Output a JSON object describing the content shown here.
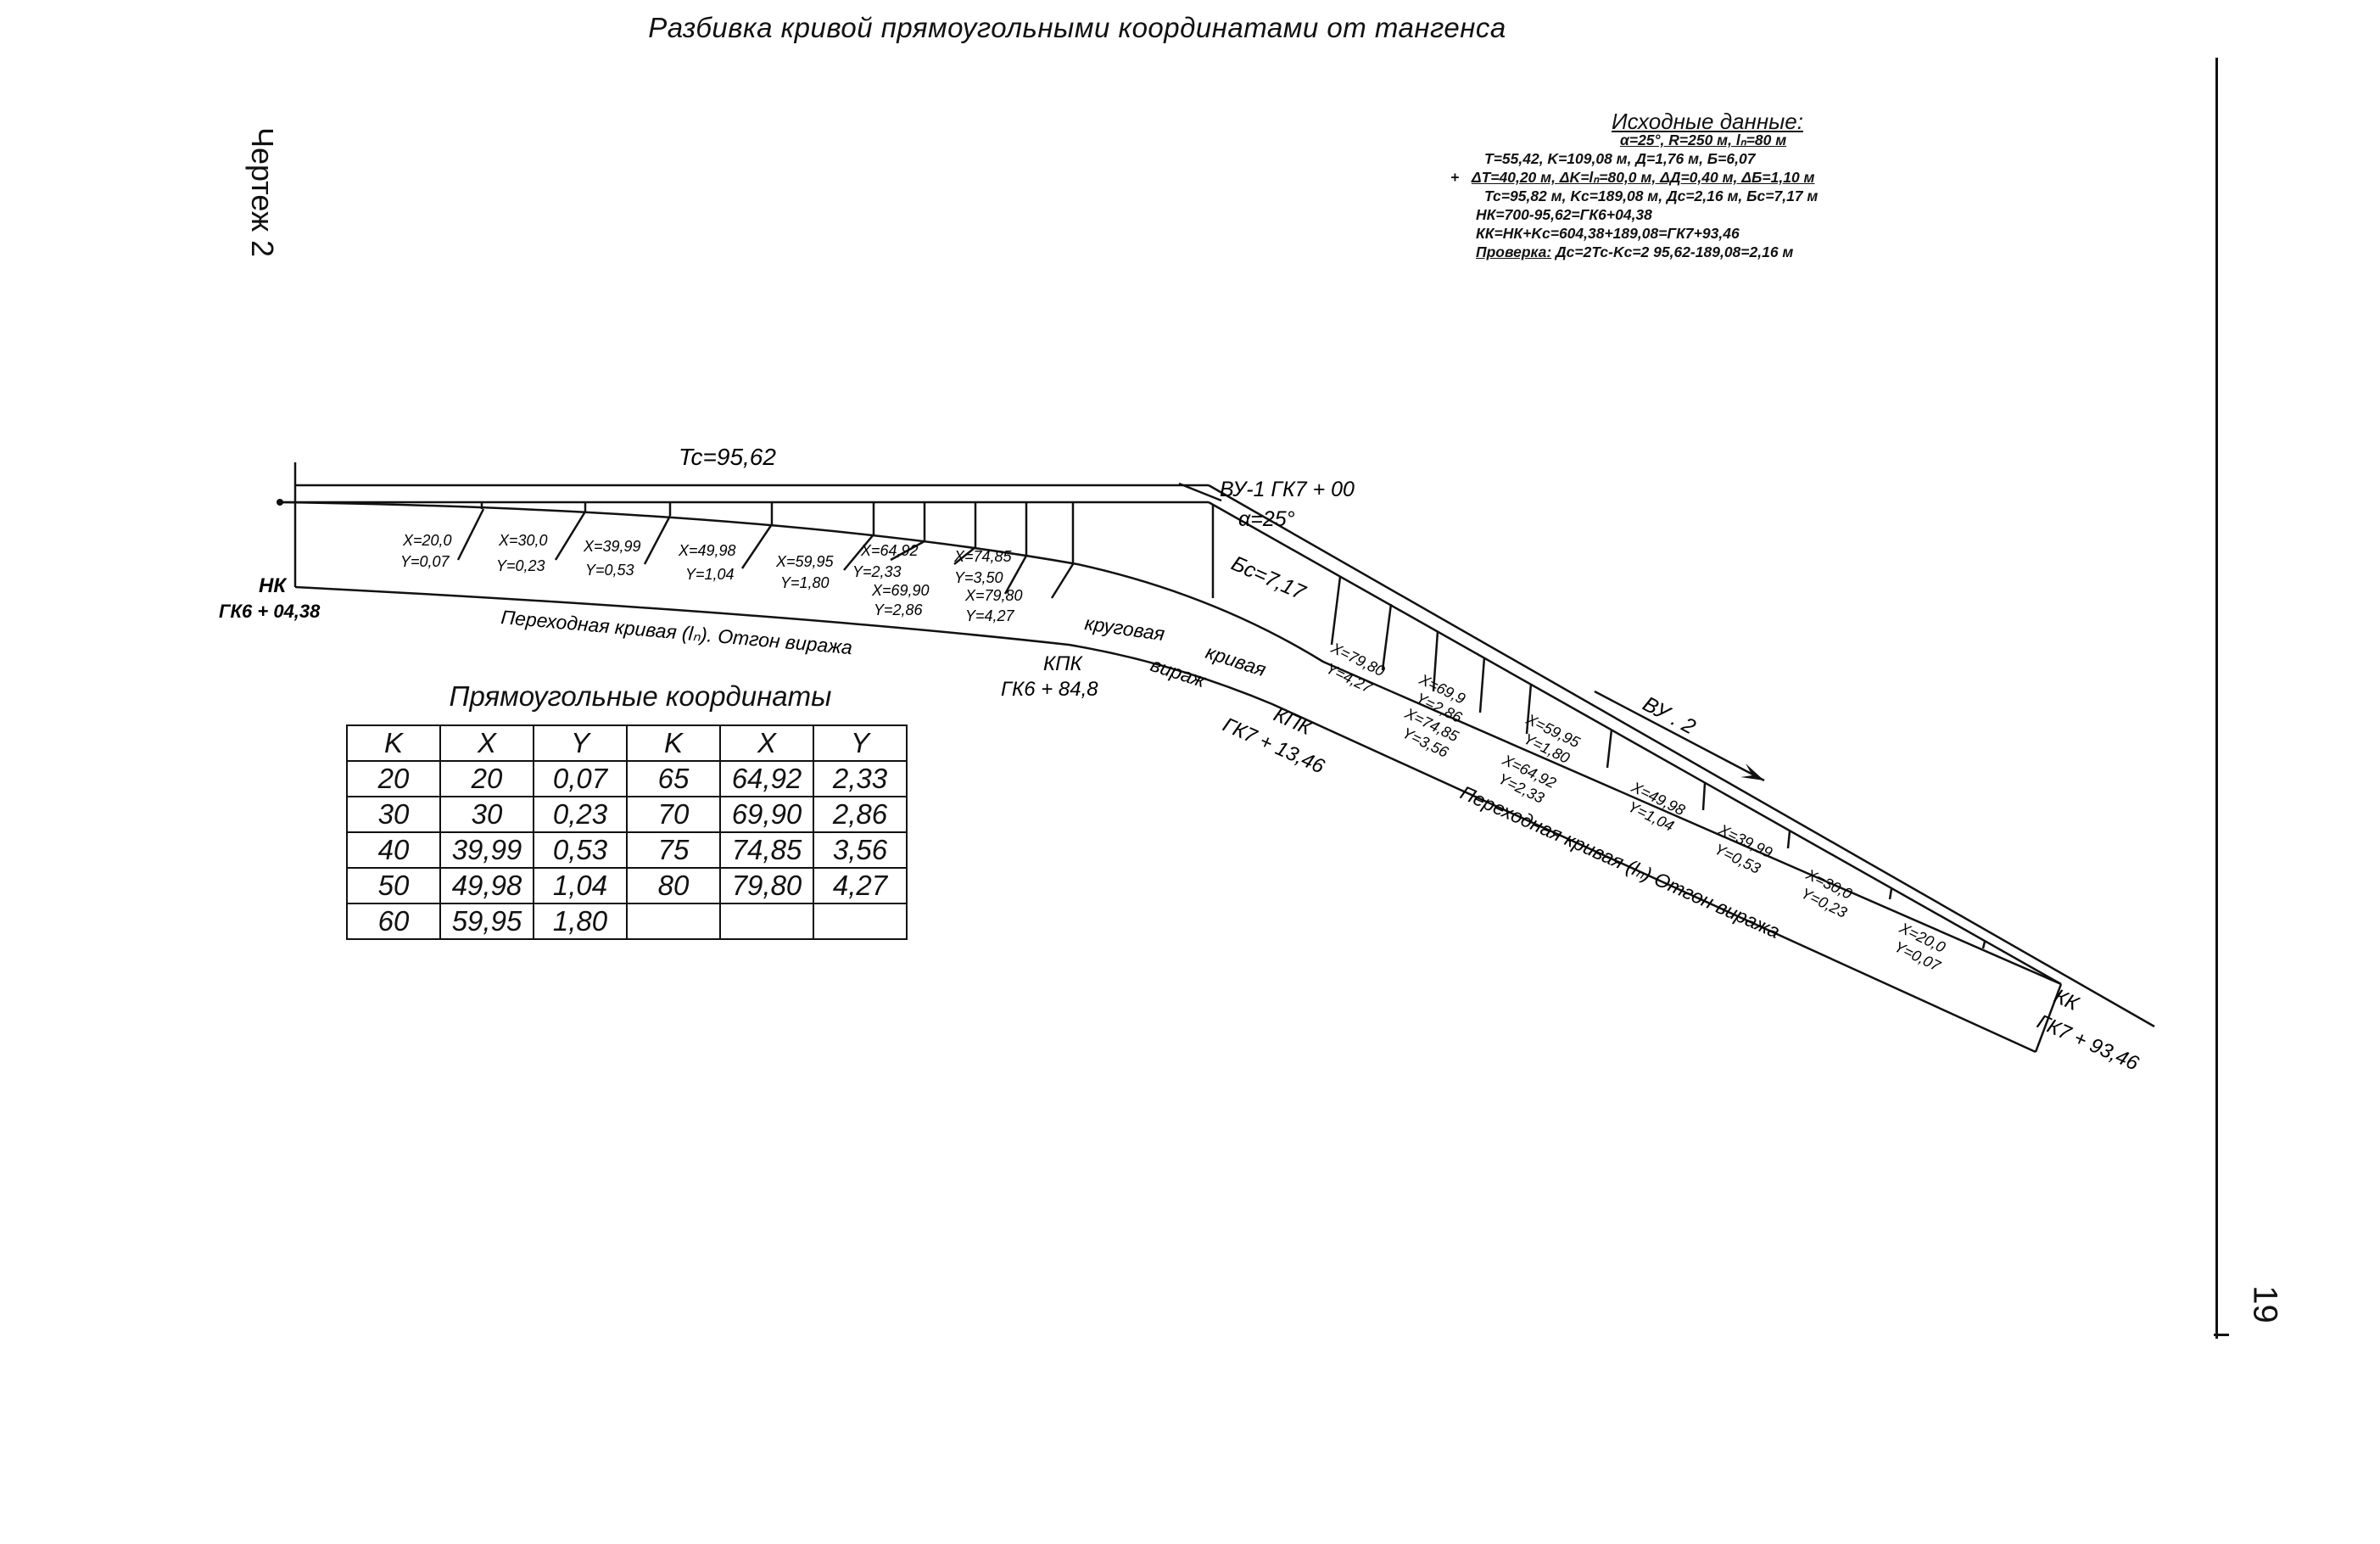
{
  "title": "Разбивка кривой прямоугольными координатами от тангенса",
  "sheet_label": "Чертеж 2",
  "page_number": "19",
  "source_data": {
    "heading": "Исходные данные:",
    "line1": "α=25°, R=250 м, lₙ=80 м",
    "line2": "T=55,42,          K=109,08 м, Д=1,76 м,     Б=6,07",
    "plus": "+",
    "line3": "ΔT=40,20 м, ΔK=lₙ=80,0 м, ΔД=0,40 м, ΔБ=1,10 м",
    "line4": "Tc=95,82 м,     Kc=189,08 м, Дc=2,16 м,  Бc=7,17 м",
    "line5": "НК=700-95,62=ГК6+04,38",
    "line6": "КК=НК+Kc=604,38+189,08=ГК7+93,46",
    "check_label": "Проверка:",
    "check_text": " Дc=2Tc-Kc=2 95,62-189,08=2,16 м"
  },
  "table": {
    "caption": "Прямоугольные координаты",
    "headers": [
      "K",
      "X",
      "Y",
      "K",
      "X",
      "Y"
    ],
    "rows": [
      [
        "20",
        "20",
        "0,07",
        "65",
        "64,92",
        "2,33"
      ],
      [
        "30",
        "30",
        "0,23",
        "70",
        "69,90",
        "2,86"
      ],
      [
        "40",
        "39,99",
        "0,53",
        "75",
        "74,85",
        "3,56"
      ],
      [
        "50",
        "49,98",
        "1,04",
        "80",
        "79,80",
        "4,27"
      ],
      [
        "60",
        "59,95",
        "1,80",
        "",
        "",
        ""
      ]
    ]
  },
  "drawing": {
    "tc_label": "Tc=95,62",
    "vu1_label": "ВУ-1 ГК7 + 00",
    "alpha_label": "α=25°",
    "bc_label": "Бc=7,17",
    "vu2_label": "ВУ . 2",
    "nk_label": "НК",
    "nk_station": "ГК6 + 04,38",
    "kpk1_label": "КПК",
    "kpk1_station": "ГК6 + 84,8",
    "kpk2_label": "КПК",
    "kpk2_station": "ГК7 + 13,46",
    "kk_label": "КК",
    "kk_station": "ГК7 + 93,46",
    "transition1": "Переходная кривая (lₙ).  Отгон виража",
    "transition2": "Переходная кривая (lₙ)   Отгон виража",
    "circ_curve_1": "круговая",
    "circ_curve_2": "кривая",
    "circ_curve_3": "вираж",
    "left_offsets": [
      {
        "x": "X=20,0",
        "y": "Y=0,07"
      },
      {
        "x": "X=30,0",
        "y": "Y=0,23"
      },
      {
        "x": "X=39,99",
        "y": "Y=0,53"
      },
      {
        "x": "X=49,98",
        "y": "Y=1,04"
      },
      {
        "x": "X=59,95",
        "y": "Y=1,80"
      },
      {
        "x": "X=64,92",
        "y": "Y=2,33"
      },
      {
        "x": "X=69,90",
        "y": "Y=2,86"
      },
      {
        "x": "X=74,85",
        "y": "Y=3,50"
      },
      {
        "x": "X=79,80",
        "y": "Y=4,27"
      }
    ],
    "right_offsets": [
      {
        "x": "X=79,80",
        "y": "Y=4,27"
      },
      {
        "x": "X=69,9",
        "y": "Y=2,86"
      },
      {
        "x": "X=74,85",
        "y": "Y=3,56"
      },
      {
        "x": "X=64,92",
        "y": "Y=2,33"
      },
      {
        "x": "X=59,95",
        "y": "Y=1,80"
      },
      {
        "x": "X=49,98",
        "y": "Y=1,04"
      },
      {
        "x": "X=39,99",
        "y": "Y=0,53"
      },
      {
        "x": "X=30,0",
        "y": "Y=0,23"
      },
      {
        "x": "X=20,0",
        "y": "Y=0,07"
      }
    ]
  }
}
